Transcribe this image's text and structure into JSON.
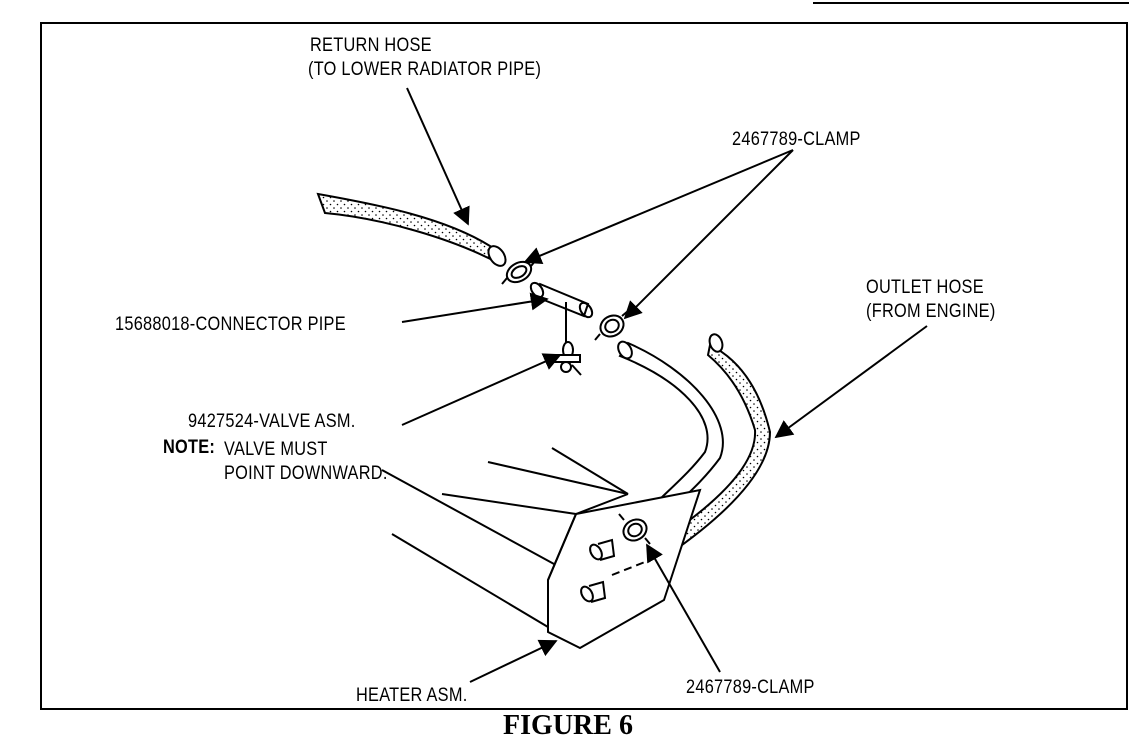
{
  "labels": {
    "return_hose_line1": "RETURN HOSE",
    "return_hose_line2": "(TO LOWER RADIATOR PIPE)",
    "clamp_top": "2467789-CLAMP",
    "connector_pipe": "15688018-CONNECTOR PIPE",
    "outlet_hose_line1": "OUTLET HOSE",
    "outlet_hose_line2": "(FROM ENGINE)",
    "valve_asm": "9427524-VALVE ASM.",
    "note_head": "NOTE:",
    "note_line1": "VALVE MUST",
    "note_line2": "POINT DOWNWARD.",
    "heater_asm": "HEATER ASM.",
    "clamp_bottom": "2467789-CLAMP"
  },
  "caption": "FIGURE 6"
}
